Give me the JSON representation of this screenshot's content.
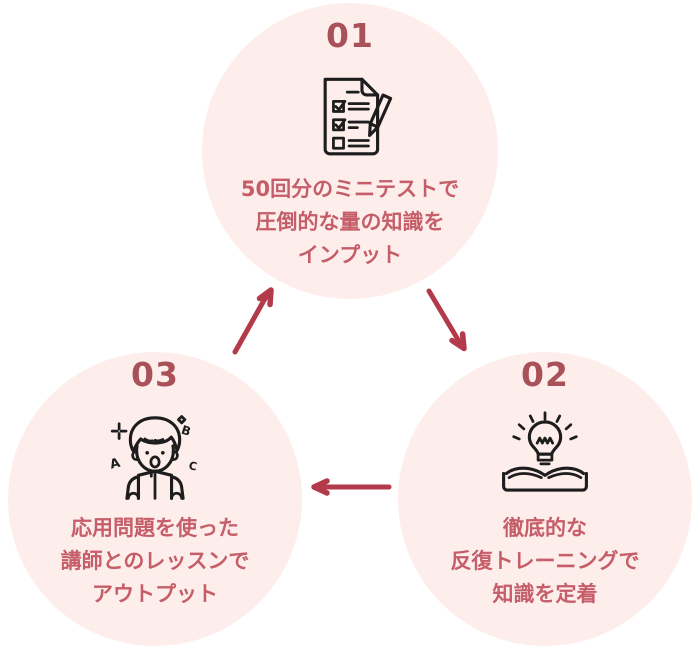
{
  "colors": {
    "circle_bg": "#fdeeec",
    "number": "#a85158",
    "text": "#c55e68",
    "arrow": "#b23a4a",
    "icon_stroke": "#1d1d1d",
    "page_bg": "#ffffff"
  },
  "steps": [
    {
      "number": "01",
      "icon": "checklist-icon",
      "lines": [
        "50回分のミニテストで",
        "圧倒的な量の知識を",
        "インプット"
      ]
    },
    {
      "number": "02",
      "icon": "lightbulb-book-icon",
      "lines": [
        "徹底的な",
        "反復トレーニングで",
        "知識を定着"
      ]
    },
    {
      "number": "03",
      "icon": "speaking-person-icon",
      "icon_letters": [
        "A",
        "B",
        "C"
      ],
      "lines": [
        "応用問題を使った",
        "講師とのレッスンで",
        "アウトプット"
      ]
    }
  ],
  "arrows": [
    {
      "from": "01",
      "to": "02"
    },
    {
      "from": "02",
      "to": "03"
    },
    {
      "from": "03",
      "to": "01"
    }
  ]
}
